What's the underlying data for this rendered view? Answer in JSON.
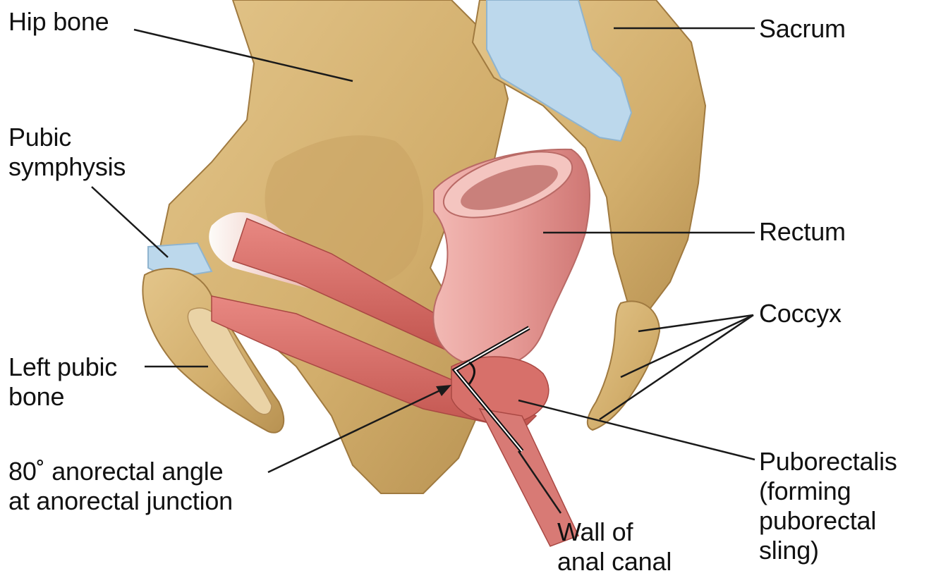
{
  "labels": {
    "hip_bone": [
      "Hip bone"
    ],
    "sacrum": [
      "Sacrum"
    ],
    "pubic_symphysis": [
      "Pubic",
      "symphysis"
    ],
    "rectum": [
      "Rectum"
    ],
    "coccyx": [
      "Coccyx"
    ],
    "left_pubic_bone": [
      "Left pubic",
      "bone"
    ],
    "anorectal_angle": [
      "80˚ anorectal angle",
      "at anorectal junction"
    ],
    "wall_of_anal_canal": [
      "Wall of",
      "anal canal"
    ],
    "puborectalis": [
      "Puborectalis",
      "(forming",
      "puborectal",
      "sling)"
    ]
  },
  "colors": {
    "bone": "#d9b878",
    "bone_shadow": "#b89252",
    "cartilage": "#bcd8ec",
    "rectum": "#e49a98",
    "muscle": "#d5706c",
    "tendon": "#e8eef4",
    "leader_line": "#1a1a1a"
  }
}
